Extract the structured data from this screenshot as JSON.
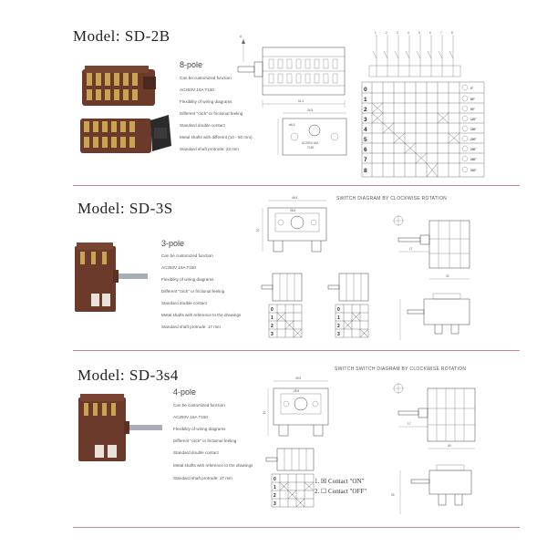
{
  "sections": [
    {
      "model": "Model: SD-2B",
      "pole": "8-pole",
      "features": [
        "Can be customized function",
        "AC250V 16A T150",
        "Flexibility of wiring diagrams",
        "Different \"click\" or frictional feeling",
        "Standard double contact",
        "Metal shafts with different (10 - 50 mm).",
        "Standard shaft protrude: 23 mm"
      ],
      "switch_diagram": {
        "columns": [
          "1",
          "2",
          "3",
          "4",
          "5",
          "6",
          "7",
          "8"
        ],
        "rows": [
          "0",
          "1",
          "2",
          "3",
          "4",
          "5",
          "6",
          "7",
          "8"
        ],
        "positions": [
          "0°",
          "60°",
          "90°",
          "120°",
          "150°",
          "200°",
          "240°",
          "280°",
          "330°"
        ]
      },
      "drawing_text": [
        "AC250V 16A",
        "T150",
        "51.3",
        "ø6.5",
        "34.5"
      ]
    },
    {
      "model": "Model: SD-3S",
      "pole": "3-pole",
      "caption": "SWITCH DIAGRAM BY CLOCKWISE ROTATION",
      "features": [
        "Can be customized function",
        "AC250V 16A T150",
        "Flexibility of wiring diagrams",
        "Different \"click\" or frictional feeling",
        "Standard double contact",
        "Metal shafts with reference to the drawings",
        "Standard shaft protrude: 17 mm"
      ],
      "rows": [
        "0",
        "1",
        "2",
        "3"
      ],
      "drawing_text": [
        "46.5",
        "28.5",
        "22",
        "17",
        "30"
      ]
    },
    {
      "model": "Model: SD-3s4",
      "pole": "4-pole",
      "caption": "SWITCH SWITCH DIAGRAM BY CLOCKWISE ROTATION",
      "features": [
        "Can be customized function",
        "AC250V 16A T150",
        "Flexibility of wiring diagrams",
        "Different \"click\" or frictional feeling",
        "Standard double contact",
        "Metal shafts with reference to the drawings",
        "Standard shaft protrude: 17 mm"
      ],
      "rows": [
        "0",
        "1",
        "2",
        "3"
      ],
      "legend": [
        {
          "num": "1.",
          "mark": "☒",
          "text": "Contact \"ON\""
        },
        {
          "num": "2.",
          "mark": "☐",
          "text": "Contact \"OFF\""
        }
      ],
      "drawing_text": [
        "49.5",
        "28.5",
        "22",
        "17",
        "40",
        "25"
      ]
    }
  ],
  "colors": {
    "divider": "#c9828a",
    "bakelite": "#6b3a2a",
    "brass": "#c8a452",
    "knob": "#2a2a2a",
    "shaft": "#a8aeb5"
  }
}
